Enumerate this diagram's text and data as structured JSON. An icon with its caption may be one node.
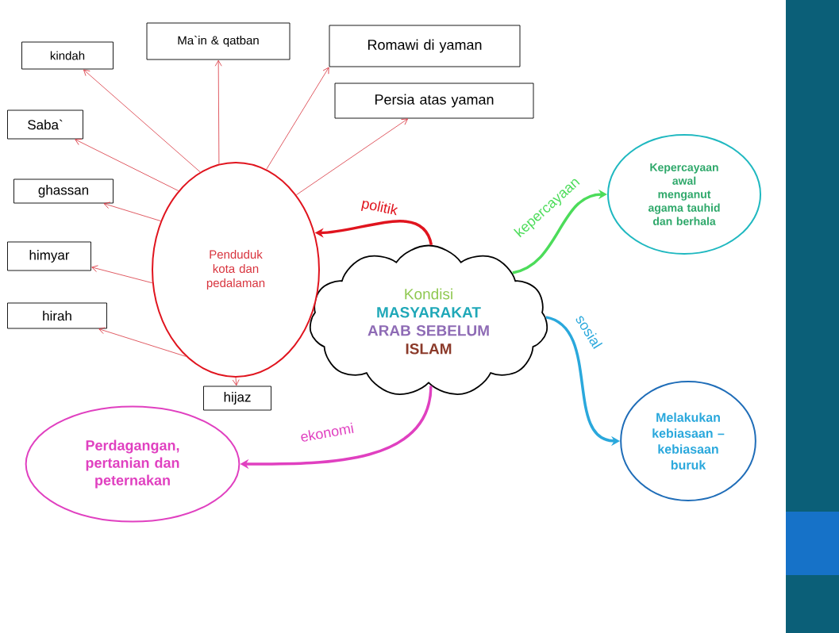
{
  "diagram": {
    "nodes": [
      {
        "text": [
          "Kondisi",
          "MASYARAKAT",
          "ARAB SEBELUM",
          "ISLAM"
        ]
      },
      {
        "text": [
          "Penduduk kota dan pedalaman"
        ]
      },
      {
        "text": [
          "kindah"
        ]
      },
      {
        "text": [
          "Ma`in & qatban"
        ]
      },
      {
        "text": [
          "Romawi di yaman"
        ]
      },
      {
        "text": [
          "Persia atas yaman"
        ]
      },
      {
        "text": [
          "Saba`"
        ]
      },
      {
        "text": [
          "ghassan"
        ]
      },
      {
        "text": [
          "himyar"
        ]
      },
      {
        "text": [
          "hirah"
        ]
      },
      {
        "text": [
          "hijaz"
        ]
      },
      {
        "text": [
          "Kepercayaan awal menganut agama tauhid dan berhala"
        ]
      },
      {
        "text": [
          "Melakukan kebiasaan – kebiasaan buruk"
        ]
      },
      {
        "text": [
          "Perdagangan, pertanian dan peternakan"
        ]
      }
    ],
    "edges": [
      {
        "from": 0,
        "to": 1,
        "arrow": "to",
        "label": "politik",
        "style": "thick",
        "color": "#e0141e"
      },
      {
        "from": 0,
        "to": 11,
        "arrow": "to",
        "label": "kepercayaan",
        "style": "thick",
        "color": "#4cdc5a"
      },
      {
        "from": 0,
        "to": 12,
        "arrow": "to",
        "label": "sosial",
        "style": "thick",
        "color": "#2aa8dc"
      },
      {
        "from": 0,
        "to": 13,
        "arrow": "to",
        "label": "ekonomi",
        "style": "thick",
        "color": "#e040c0"
      },
      {
        "from": 1,
        "to": 2,
        "arrow": "to"
      },
      {
        "from": 1,
        "to": 3,
        "arrow": "to"
      },
      {
        "from": 1,
        "to": 4,
        "arrow": "to"
      },
      {
        "from": 1,
        "to": 5,
        "arrow": "to"
      },
      {
        "from": 1,
        "to": 6,
        "arrow": "to"
      },
      {
        "from": 1,
        "to": 7,
        "arrow": "to"
      },
      {
        "from": 1,
        "to": 8,
        "arrow": "to"
      },
      {
        "from": 1,
        "to": 9,
        "arrow": "to"
      },
      {
        "from": 1,
        "to": 10,
        "arrow": "to"
      }
    ]
  }
}
